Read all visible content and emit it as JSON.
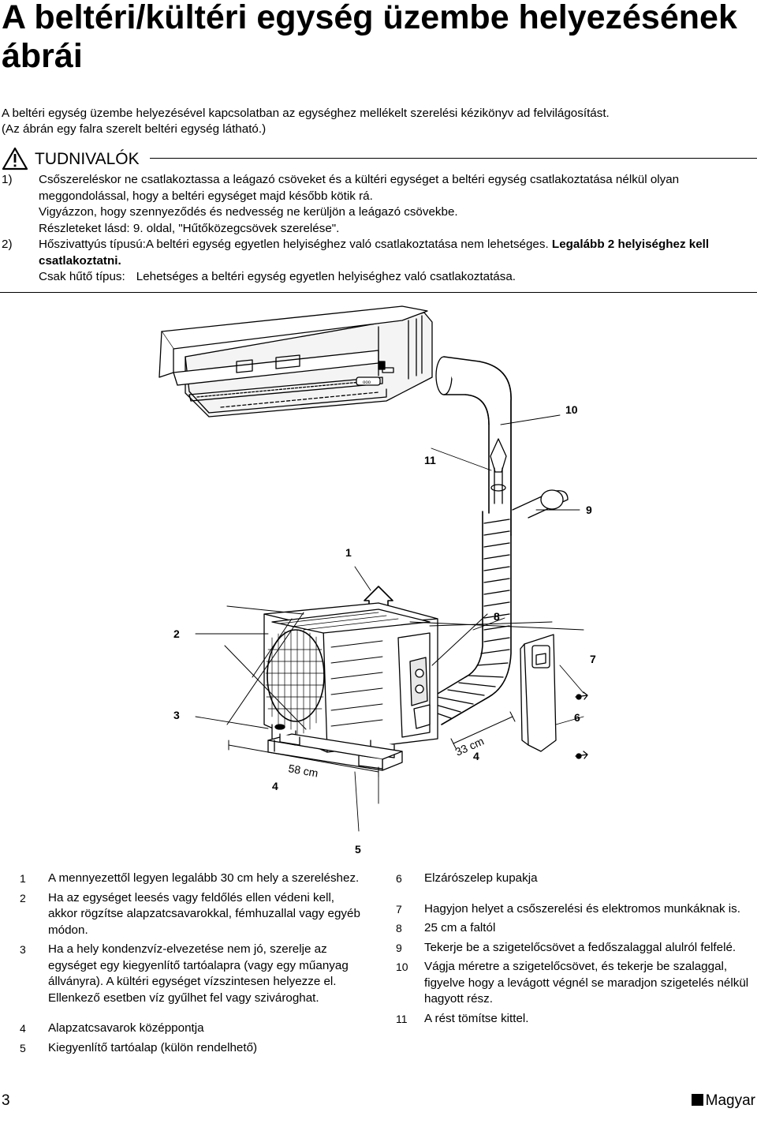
{
  "page_title": "A beltéri/kültéri egység üzembe helyezésének ábrái",
  "intro": {
    "line1": "A beltéri egység üzembe helyezésével kapcsolatban az egységhez mellékelt szerelési kézikönyv ad felvilágosítást.",
    "line2": "(Az ábrán egy falra szerelt beltéri egység látható.)"
  },
  "warning": {
    "icon": "warning-triangle-icon",
    "title": "TUDNIVALÓK",
    "item1": {
      "num": "1)",
      "text_a": "Csőszereléskor ne csatlakoztassa a leágazó csöveket és a kültéri egységet a beltéri egység csatlakoztatása nélkül olyan meggondolással, hogy a beltéri egységet majd később kötik rá.",
      "text_b": "Vigyázzon, hogy szennyeződés és nedvesség ne kerüljön a leágazó csövekbe.",
      "text_c": "Részleteket lásd: 9. oldal, \"Hűtőközegcsövek szerelése\"."
    },
    "item2": {
      "num": "2)",
      "text_a": "Hőszivattyús típusú:A beltéri egység egyetlen helyiséghez való csatlakoztatása nem lehetséges.",
      "text_bold": "Legalább 2 helyiséghez kell csatlakoztatni",
      "text_bold_end": ".",
      "text_c_label": "Csak hűtő típus:",
      "text_c": "Lehetséges a beltéri egység egyetlen helyiséghez való csatlakoztatása."
    }
  },
  "diagram": {
    "callouts": [
      "1",
      "2",
      "3",
      "4",
      "4",
      "5",
      "6",
      "7",
      "8",
      "9",
      "10",
      "11"
    ],
    "dim_58": "58 cm",
    "dim_33": "33 cm",
    "indoor_label": "ooo"
  },
  "legend_left": [
    {
      "n": "1",
      "text": "A mennyezettől legyen legalább 30 cm hely a szereléshez."
    },
    {
      "n": "2",
      "text": "Ha az egységet leesés vagy feldőlés ellen védeni kell, akkor rögzítse alapzatcsavarokkal, fémhuzallal vagy egyéb módon."
    },
    {
      "n": "3",
      "text": "Ha a hely kondenzvíz-elvezetése nem jó, szerelje az egységet egy kiegyenlítő tartóalapra (vagy egy műanyag állványra). A kültéri egységet vízszintesen helyezze el. Ellenkező esetben víz gyűlhet fel vagy szivároghat."
    },
    {
      "n": "4",
      "text": "Alapzatcsavarok középpontja"
    },
    {
      "n": "5",
      "text": "Kiegyenlítő tartóalap (külön rendelhető)"
    }
  ],
  "legend_right": [
    {
      "n": "6",
      "text": "Elzárószelep kupakja"
    },
    {
      "n": "7",
      "text": "Hagyjon helyet a csőszerelési és elektromos munkáknak is."
    },
    {
      "n": "8",
      "text": "25 cm a faltól"
    },
    {
      "n": "9",
      "text": "Tekerje be a szigetelőcsövet a fedőszalaggal alulról felfelé."
    },
    {
      "n": "10",
      "text": "Vágja méretre a szigetelőcsövet, és tekerje be szalaggal, figyelve hogy a levágott végnél se maradjon szigetelés nélkül hagyott rész."
    },
    {
      "n": "11",
      "text": "A rést tömítse kittel."
    }
  ],
  "footer": {
    "page_number": "3",
    "language": "Magyar"
  }
}
